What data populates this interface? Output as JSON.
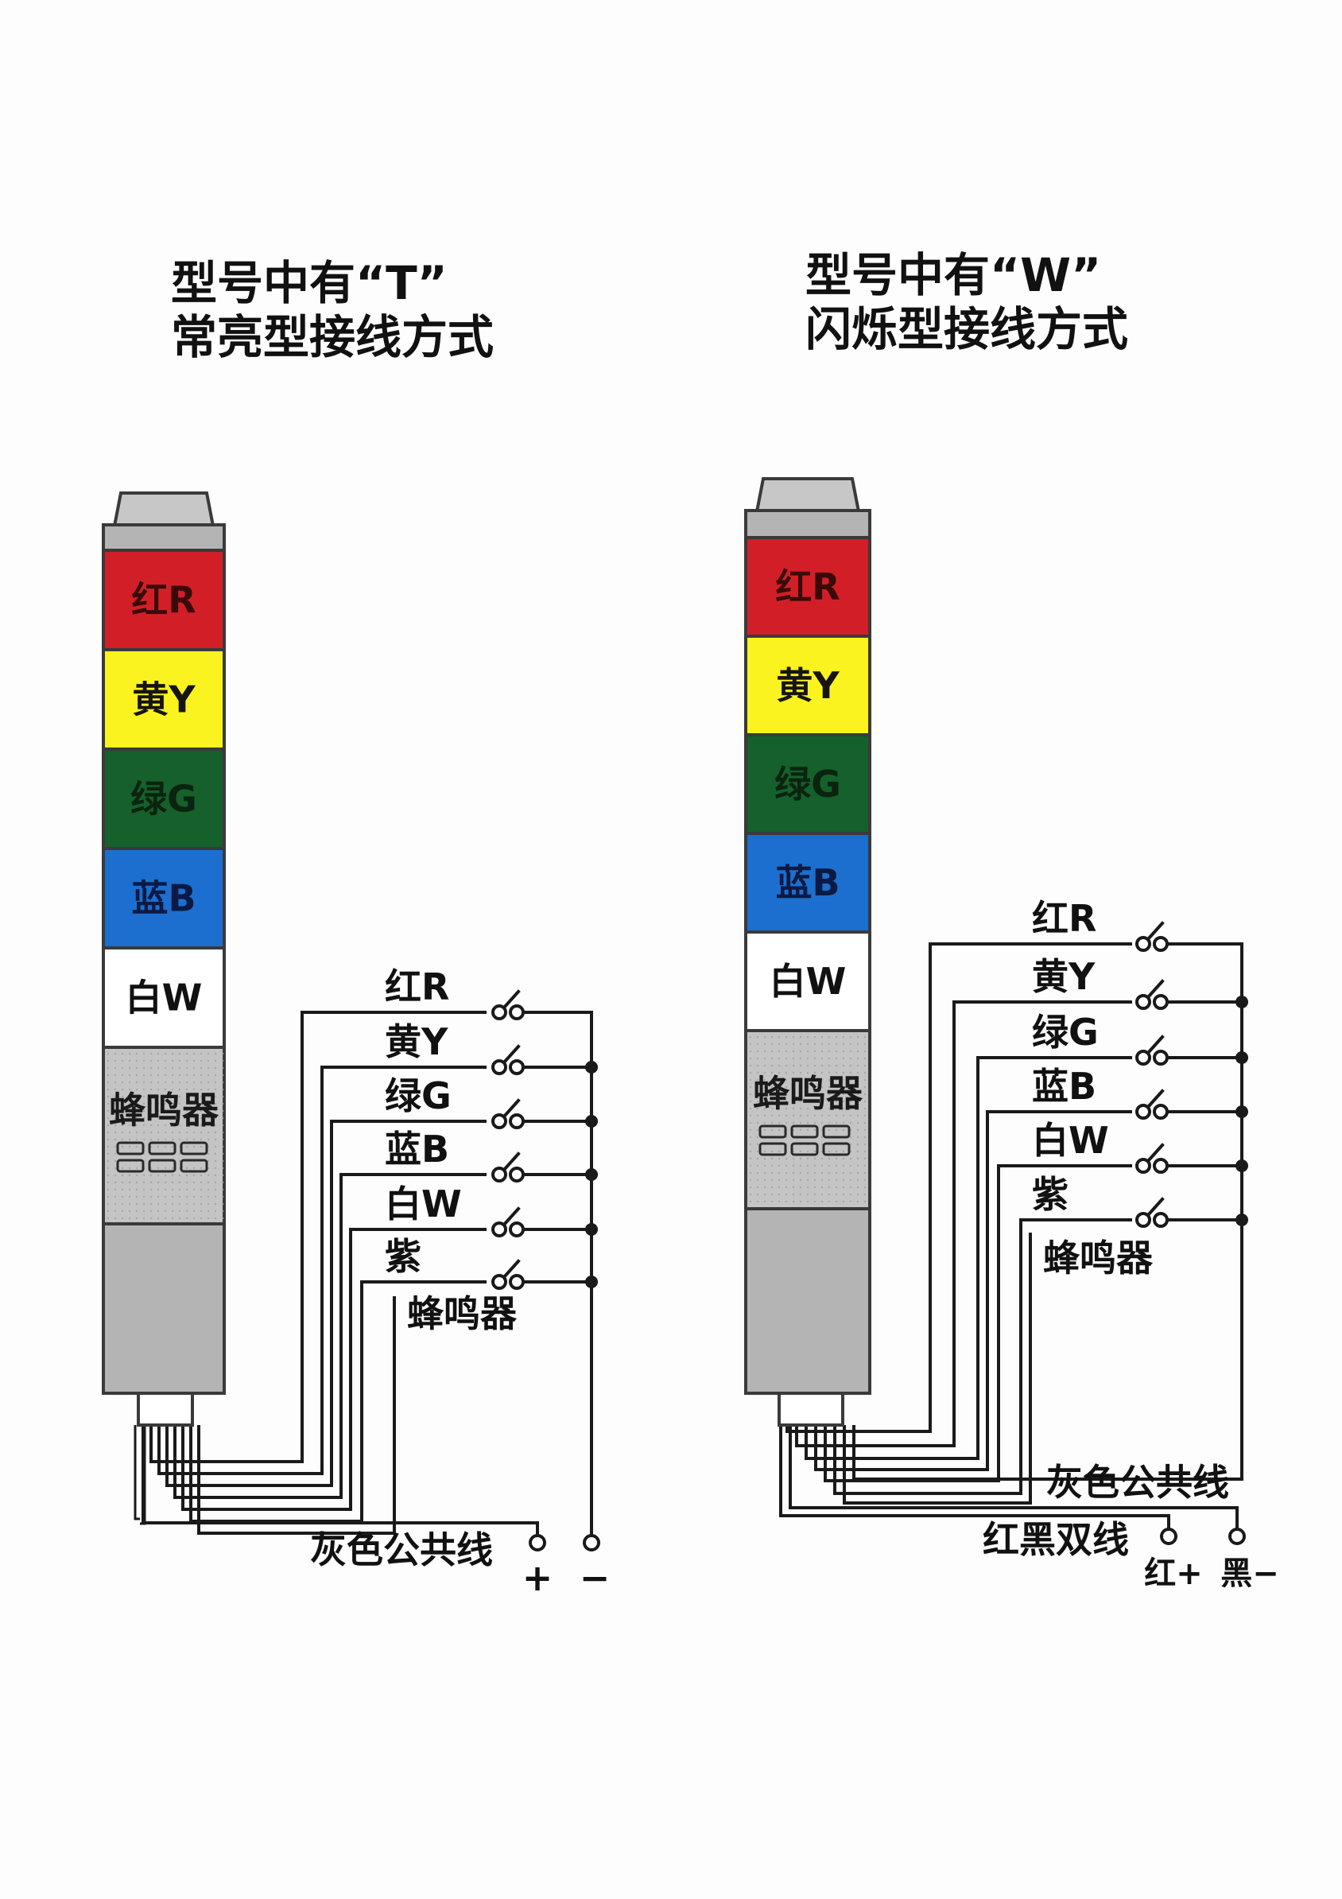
{
  "left_diagram": {
    "title_line1": "型号中有“T”",
    "title_line2": "常亮型接线方式",
    "segments": [
      {
        "label": "红R",
        "color": "#d21f27",
        "text_color": "#3a0a0a"
      },
      {
        "label": "黄Y",
        "color": "#fbf31f",
        "text_color": "#151515"
      },
      {
        "label": "绿G",
        "color": "#15602b",
        "text_color": "#0a240f"
      },
      {
        "label": "蓝B",
        "color": "#1c6fce",
        "text_color": "#0a1a44"
      },
      {
        "label": "白W",
        "color": "#ffffff",
        "text_color": "#111111"
      }
    ],
    "buzzer_label": "蜂鸣器",
    "switch_labels": [
      "红R",
      "黄Y",
      "绿G",
      "蓝B",
      "白W",
      "紫"
    ],
    "buzzer_wire_label": "蜂鸣器",
    "common_label": "灰色公共线",
    "plus_label": "+",
    "minus_label": "−"
  },
  "right_diagram": {
    "title_line1": "型号中有“W”",
    "title_line2": "闪烁型接线方式",
    "segments": [
      {
        "label": "红R",
        "color": "#d21f27",
        "text_color": "#3a0a0a"
      },
      {
        "label": "黄Y",
        "color": "#fbf31f",
        "text_color": "#151515"
      },
      {
        "label": "绿G",
        "color": "#15602b",
        "text_color": "#0a240f"
      },
      {
        "label": "蓝B",
        "color": "#1c6fce",
        "text_color": "#0a1a44"
      },
      {
        "label": "白W",
        "color": "#ffffff",
        "text_color": "#111111"
      }
    ],
    "buzzer_label": "蜂鸣器",
    "switch_labels": [
      "红R",
      "黄Y",
      "绿G",
      "蓝B",
      "白W",
      "紫"
    ],
    "buzzer_wire_label": "蜂鸣器",
    "common_label": "灰色公共线",
    "dual_wire_label": "红黑双线",
    "red_plus_label": "红+",
    "black_minus_label": "黑−"
  },
  "colors": {
    "housing": "#b4b4b4",
    "housing_stroke": "#3a3a3a",
    "wire": "#1a1a1a"
  }
}
